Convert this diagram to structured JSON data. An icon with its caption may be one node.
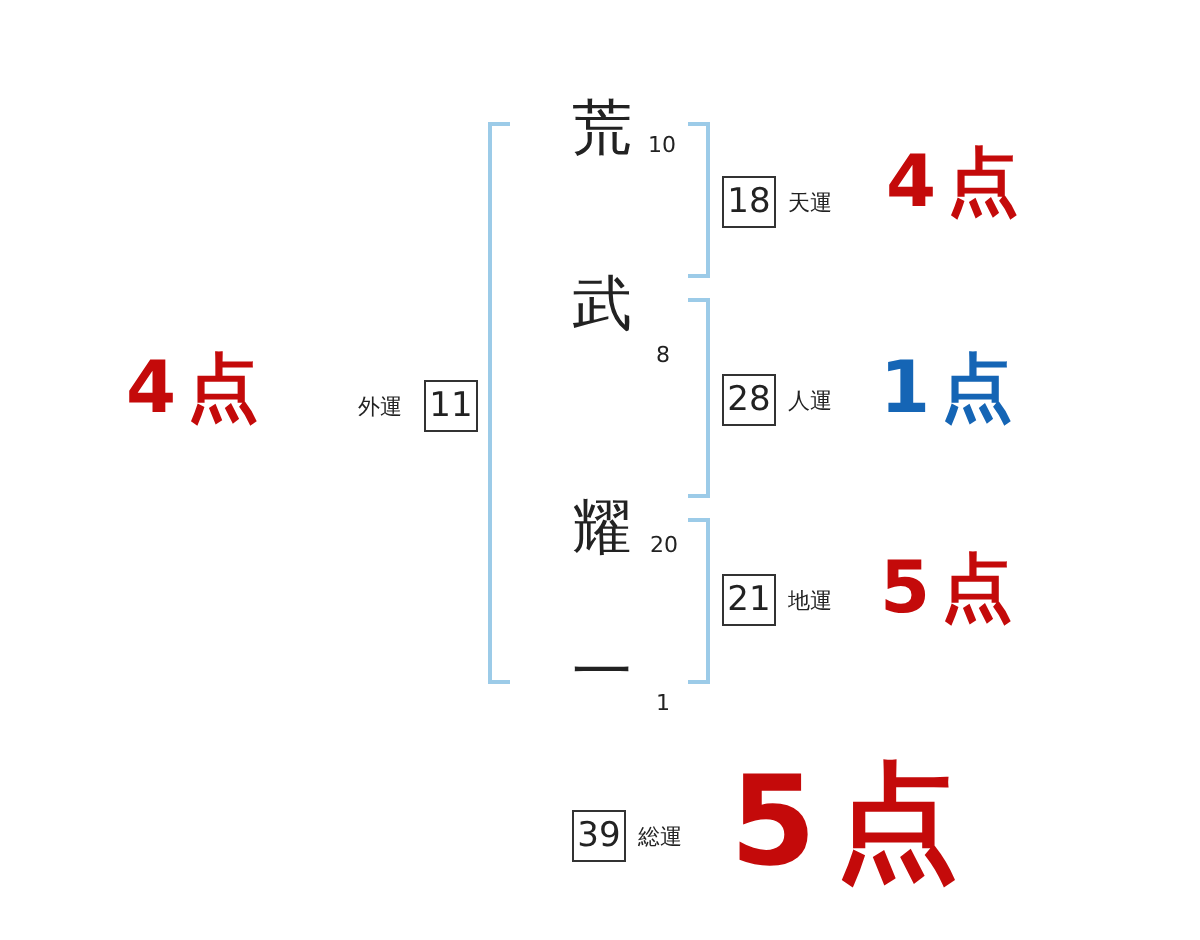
{
  "diagram": {
    "nodes": [
      {
        "text": [
          "18"
        ],
        "beside": [
          "天運"
        ]
      },
      {
        "text": [
          "11"
        ],
        "beside": [
          "外運"
        ]
      },
      {
        "text": [
          "28"
        ],
        "beside": [
          "人運"
        ]
      },
      {
        "text": [
          "21"
        ],
        "beside": [
          "地運"
        ]
      },
      {
        "text": [
          "39"
        ],
        "beside": [
          "総運"
        ]
      }
    ],
    "labels": [
      "荒",
      "10",
      "4点",
      "武",
      "8",
      "4点",
      "1点",
      "耀",
      "20",
      "5点",
      "一",
      "1",
      "5点"
    ]
  }
}
